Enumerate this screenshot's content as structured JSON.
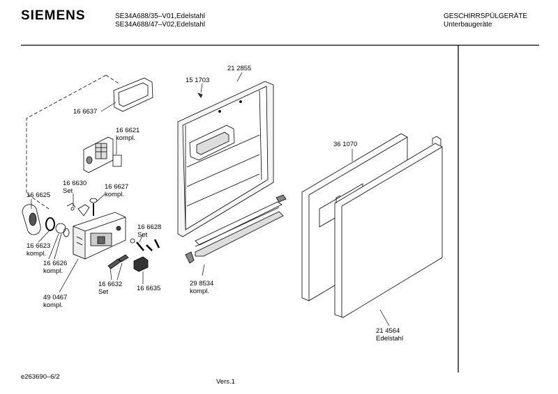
{
  "header": {
    "brand": "SIEMENS",
    "model_line1": "SE34A688/35–V01,Edelstahl",
    "model_line2": "SE34A688/47–V02,Edelstahl",
    "category_line1": "GESCHIRRSPÜLGERÄTE",
    "category_line2": "Unterbaugeräte"
  },
  "parts": [
    {
      "id": "p166637",
      "number": "16 6637",
      "note": ""
    },
    {
      "id": "p166621",
      "number": "16 6621",
      "note": "kompl."
    },
    {
      "id": "p166630",
      "number": "16 6630",
      "note": "Set"
    },
    {
      "id": "p166627",
      "number": "16 6627",
      "note": "kompl."
    },
    {
      "id": "p166625",
      "number": "16 6625",
      "note": ""
    },
    {
      "id": "p166623",
      "number": "16 6623",
      "note": "kompl."
    },
    {
      "id": "p166626",
      "number": "16 6626",
      "note": "kompl."
    },
    {
      "id": "p490467",
      "number": "49 0467",
      "note": "kompl."
    },
    {
      "id": "p166628",
      "number": "16 6628",
      "note": "Set"
    },
    {
      "id": "p166632",
      "number": "16 6632",
      "note": "Set"
    },
    {
      "id": "p166635",
      "number": "16 6635",
      "note": ""
    },
    {
      "id": "p151703",
      "number": "15 1703",
      "note": ""
    },
    {
      "id": "p212855",
      "number": "21 2855",
      "note": ""
    },
    {
      "id": "p298534",
      "number": "29 8534",
      "note": "kompl."
    },
    {
      "id": "p361070",
      "number": "36 1070",
      "note": ""
    },
    {
      "id": "p214564",
      "number": "21 4564",
      "note": "Edelstahl"
    }
  ],
  "footer": {
    "doc_id": "e263690–6/2",
    "version": "Vers.1"
  }
}
